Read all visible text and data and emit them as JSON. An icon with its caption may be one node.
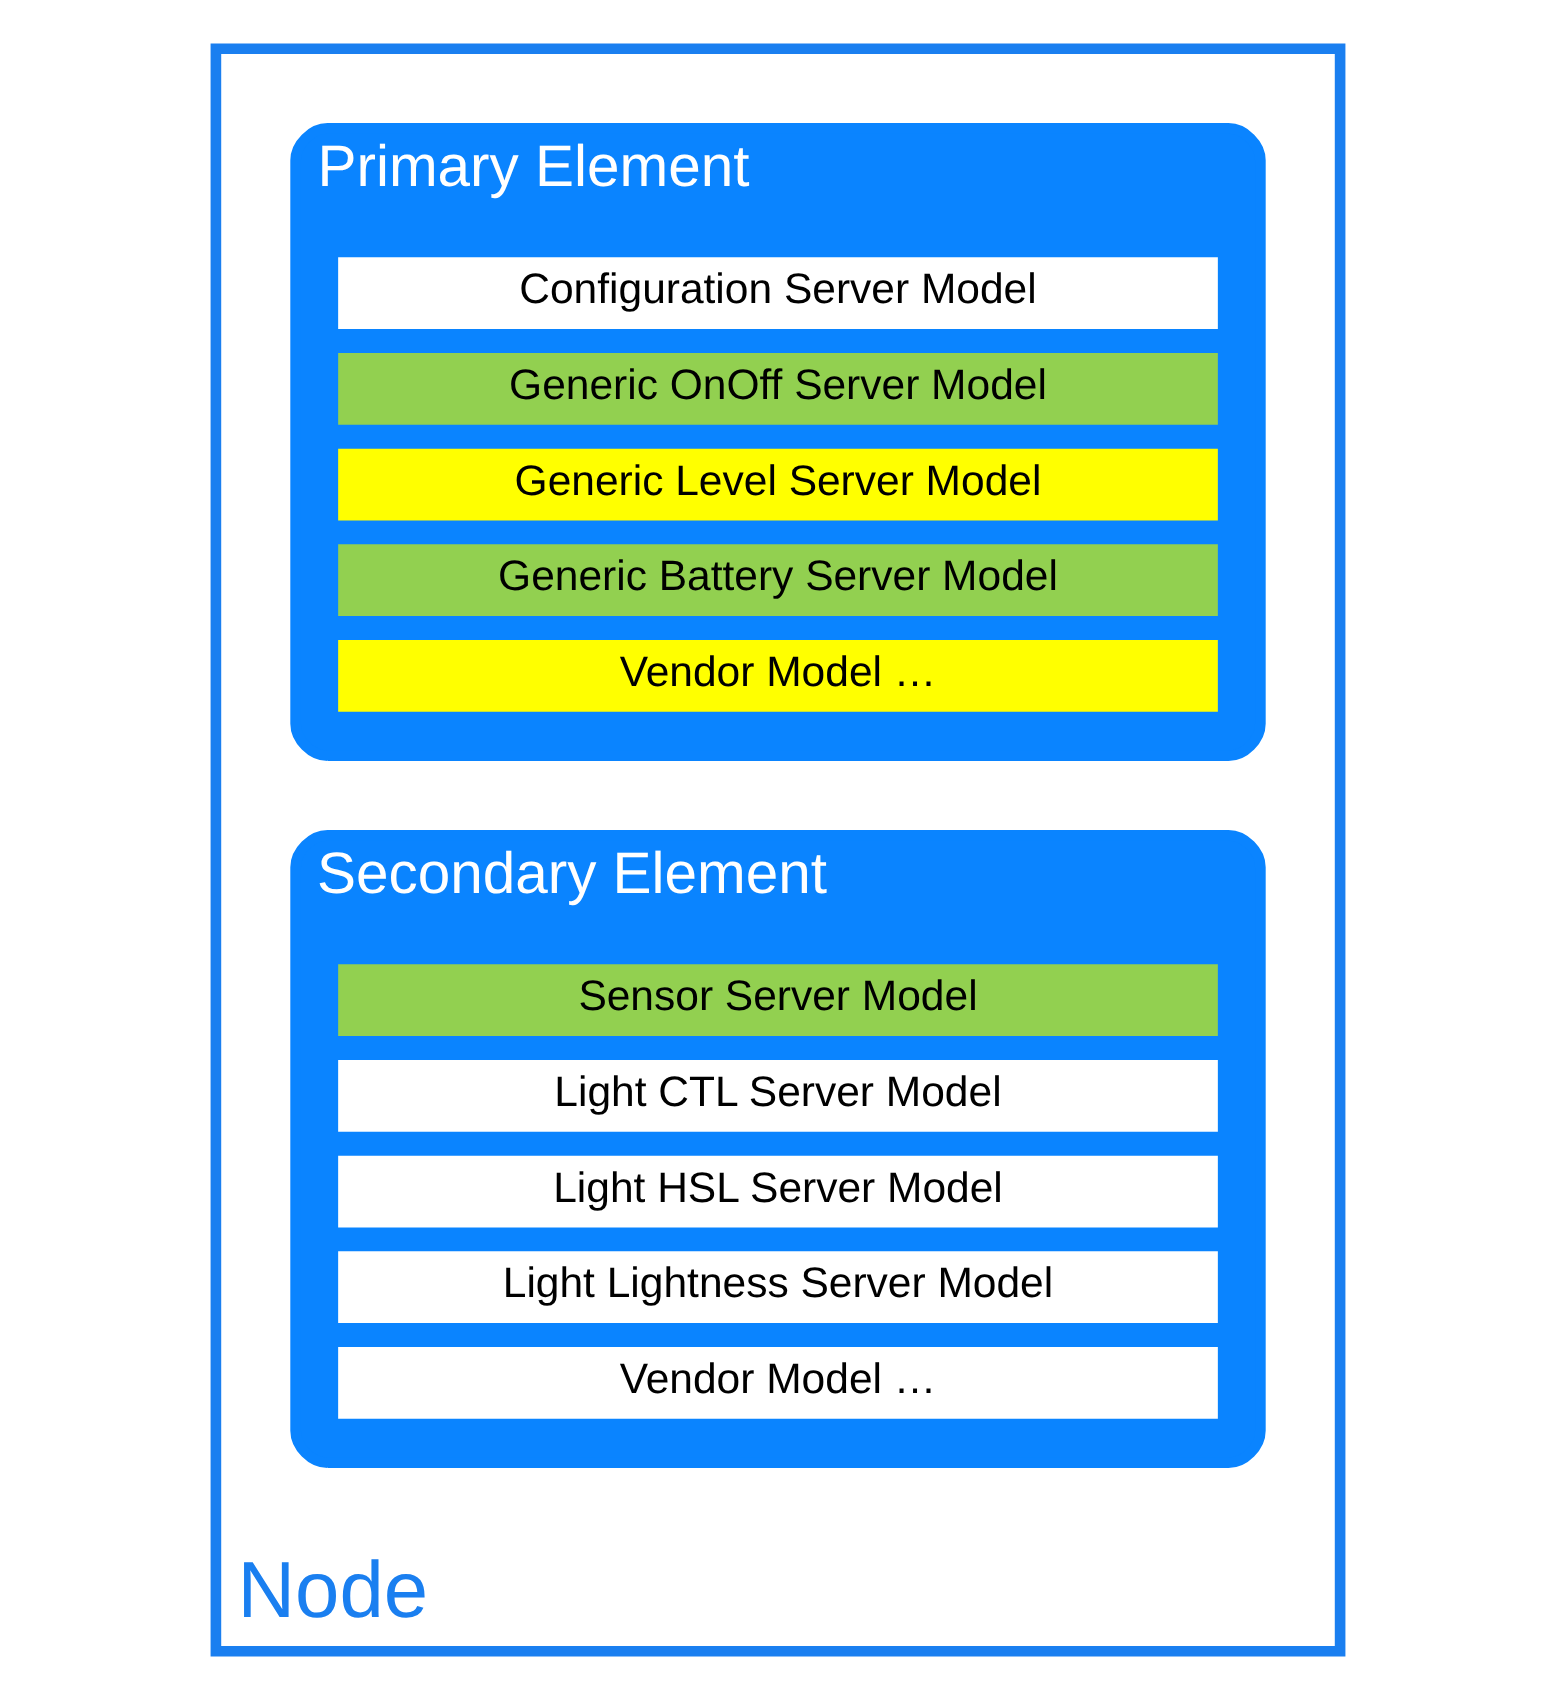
{
  "diagram": {
    "nodes": [
      {
        "text": [
          "Node"
        ]
      },
      {
        "text": [
          "Primary Element"
        ],
        "in": 0
      },
      {
        "text": [
          "Configuration Server Model"
        ],
        "in": 1
      },
      {
        "text": [
          "Generic OnOff Server Model"
        ],
        "in": 1
      },
      {
        "text": [
          "Generic Level Server Model"
        ],
        "in": 1
      },
      {
        "text": [
          "Generic Battery Server Model"
        ],
        "in": 1
      },
      {
        "text": [
          "Vendor Model …"
        ],
        "in": 1
      },
      {
        "text": [
          "Secondary Element"
        ],
        "in": 0
      },
      {
        "text": [
          "Sensor Server Model"
        ],
        "in": 7
      },
      {
        "text": [
          "Light CTL Server Model"
        ],
        "in": 7
      },
      {
        "text": [
          "Light HSL Server Model"
        ],
        "in": 7
      },
      {
        "text": [
          "Light Lightness Server Model"
        ],
        "in": 7
      },
      {
        "text": [
          "Vendor Model …"
        ],
        "in": 7
      }
    ]
  }
}
